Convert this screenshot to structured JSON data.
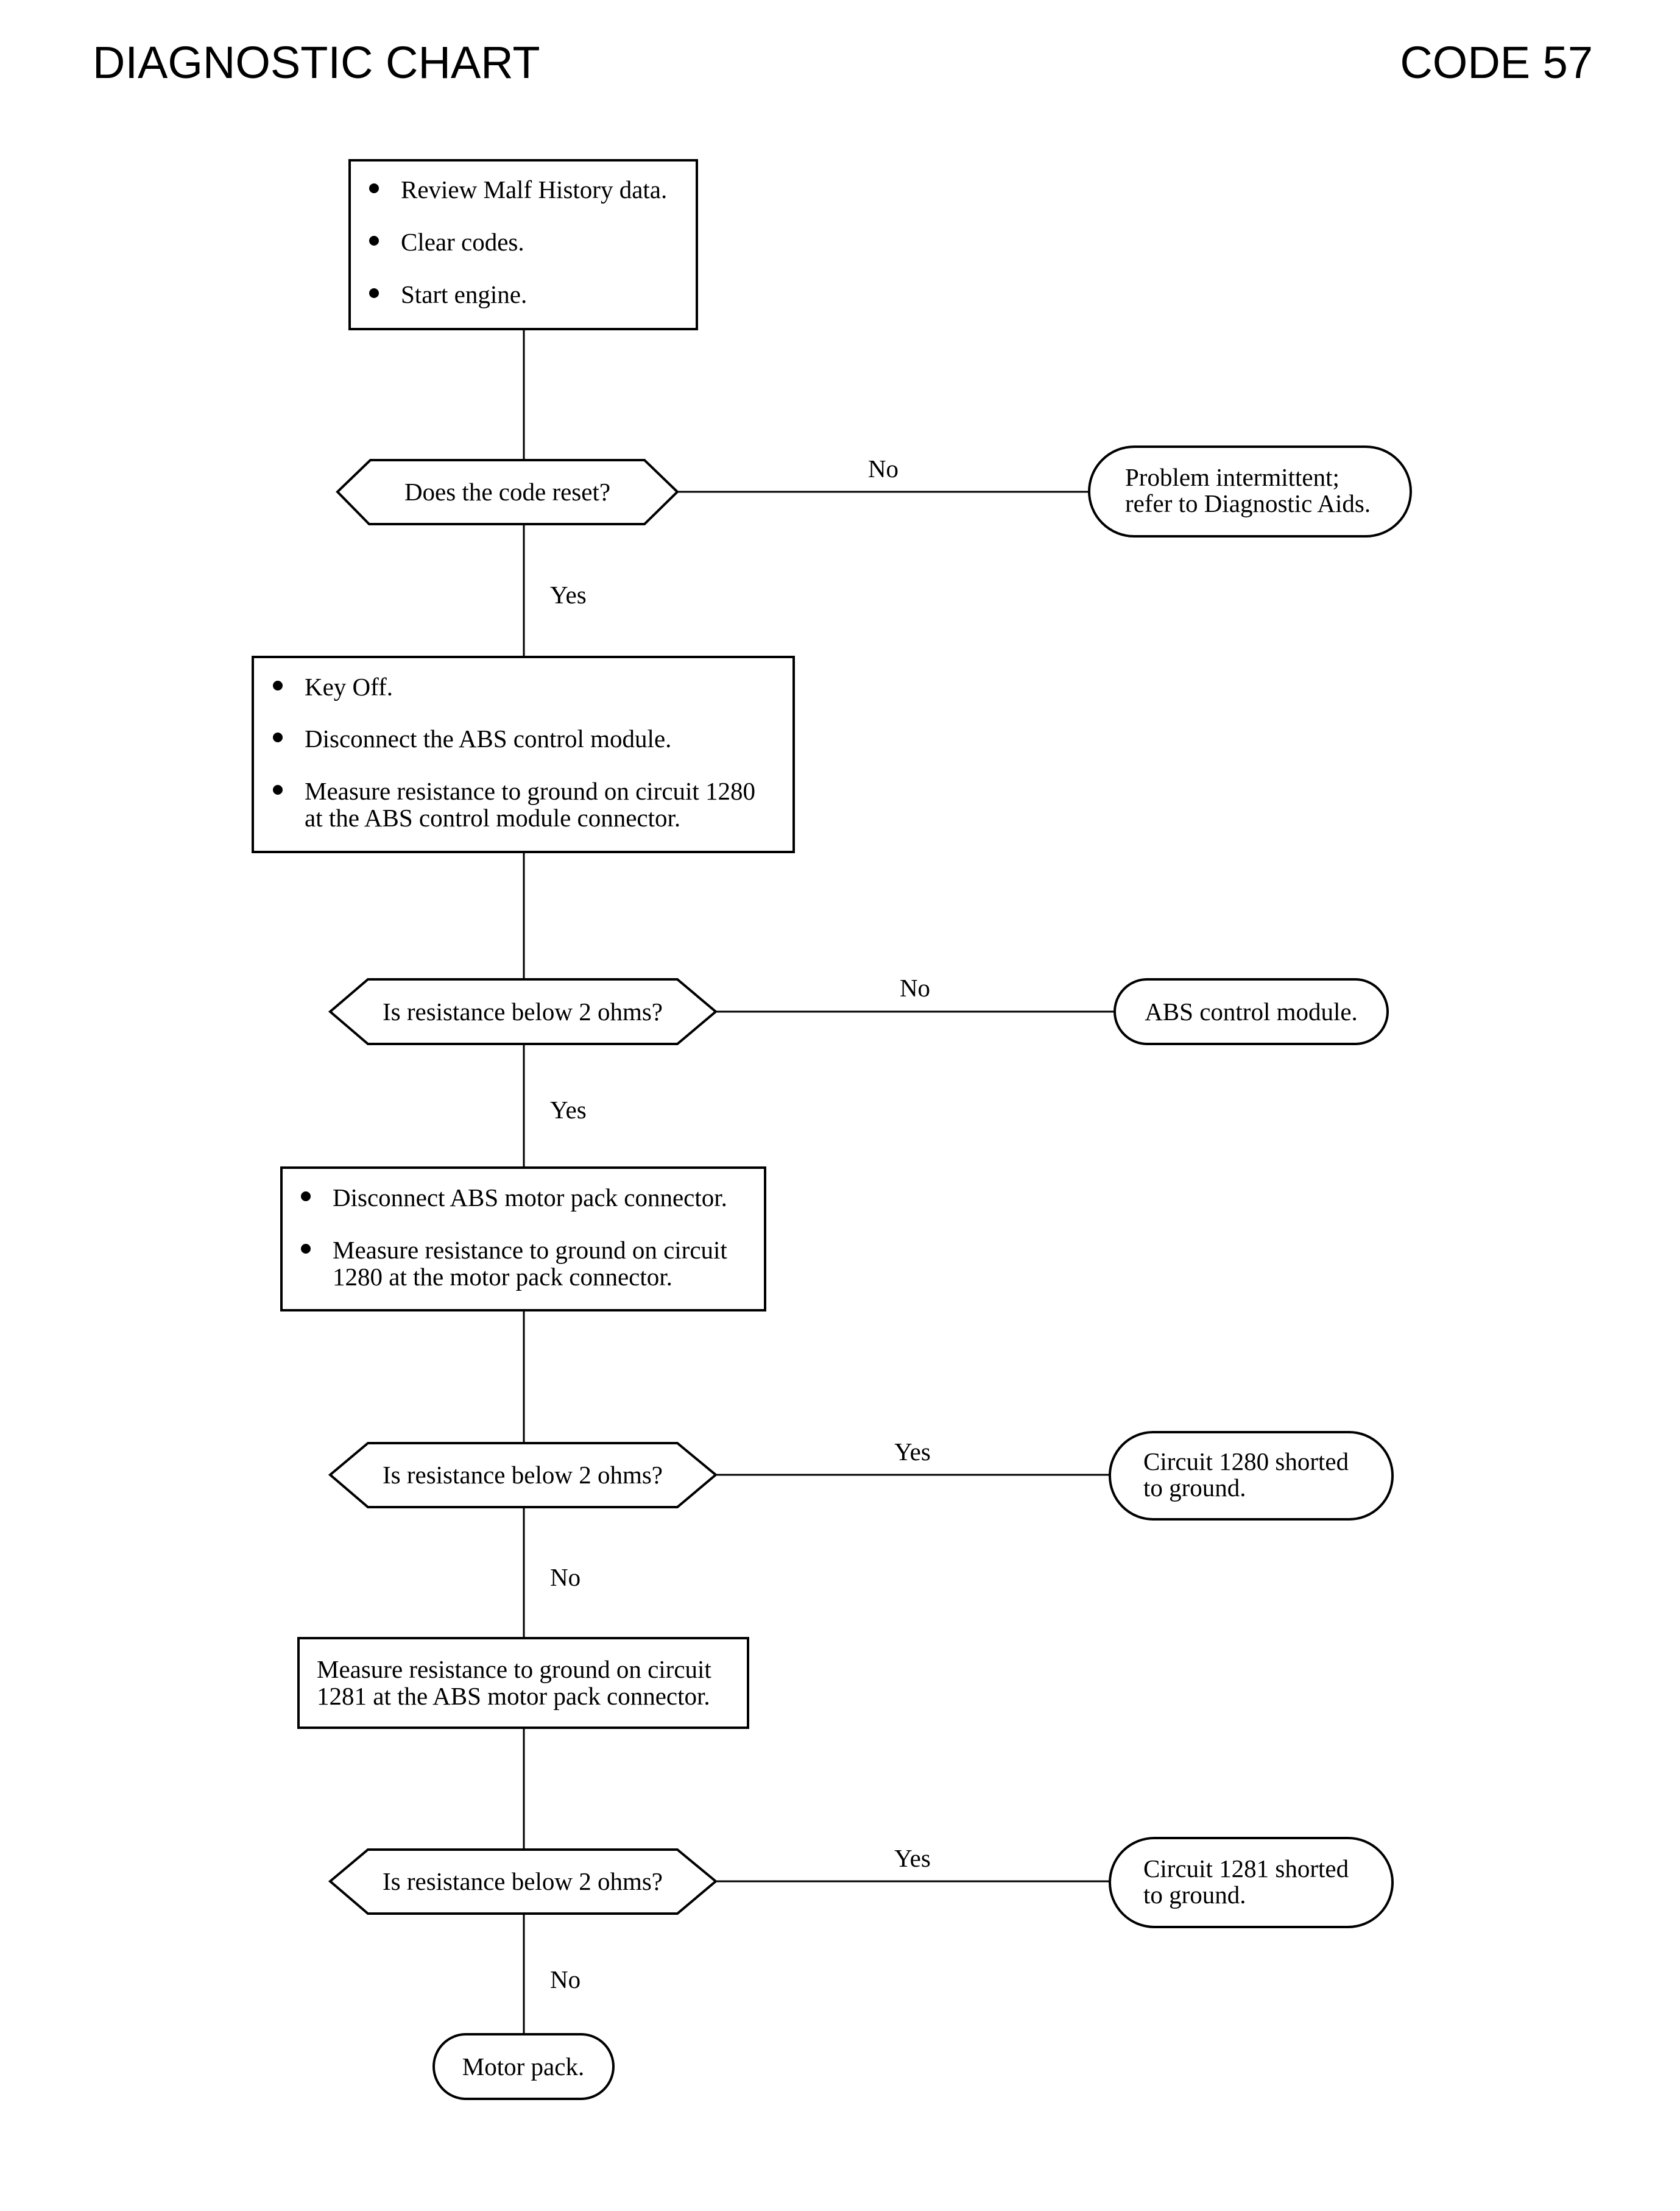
{
  "header": {
    "title": "DIAGNOSTIC CHART",
    "code": "CODE 57"
  },
  "steps": {
    "step1": {
      "bullets": [
        "Review Malf History data.",
        "Clear codes.",
        "Start engine."
      ]
    },
    "decision1": {
      "question": "Does the code reset?",
      "no_label": "No",
      "yes_label": "Yes",
      "no_result": [
        "Problem intermittent;",
        "refer to Diagnostic Aids."
      ]
    },
    "step2": {
      "bullets": [
        [
          "Key Off."
        ],
        [
          "Disconnect the ABS control module."
        ],
        [
          "Measure resistance to ground on circuit 1280",
          "at the ABS control module connector."
        ]
      ]
    },
    "decision2": {
      "question": "Is resistance below 2 ohms?",
      "no_label": "No",
      "yes_label": "Yes",
      "no_result": [
        "ABS control module."
      ]
    },
    "step3": {
      "bullets": [
        [
          "Disconnect ABS motor pack connector."
        ],
        [
          "Measure resistance to ground on circuit",
          "1280 at the motor pack connector."
        ]
      ]
    },
    "decision3": {
      "question": "Is resistance below 2 ohms?",
      "yes_label": "Yes",
      "no_label": "No",
      "yes_result": [
        "Circuit 1280 shorted",
        "to ground."
      ]
    },
    "step4": {
      "lines": [
        "Measure resistance to ground on circuit",
        "1281 at the ABS motor pack connector."
      ]
    },
    "decision4": {
      "question": "Is resistance below 2 ohms?",
      "yes_label": "Yes",
      "no_label": "No",
      "yes_result": [
        "Circuit 1281 shorted",
        "to ground."
      ]
    },
    "final": {
      "label": "Motor pack."
    }
  }
}
